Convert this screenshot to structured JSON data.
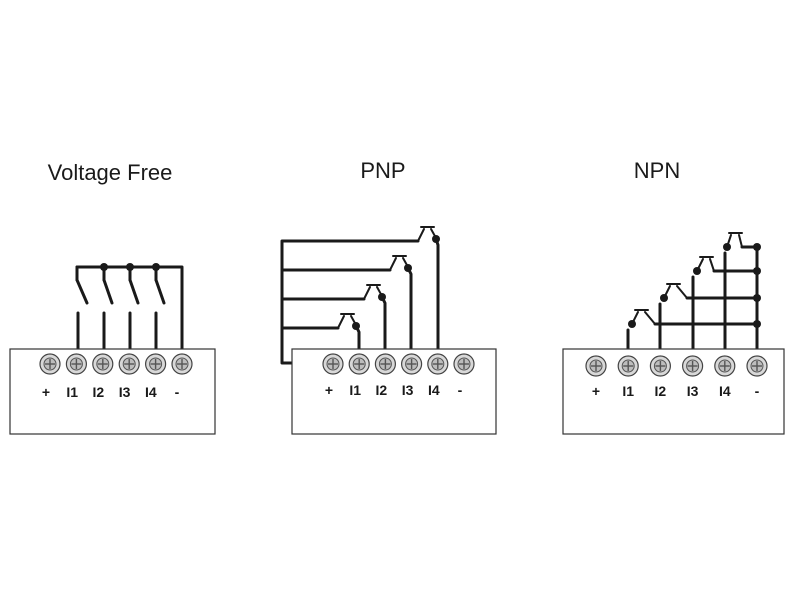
{
  "panels": [
    {
      "id": "voltage-free",
      "title": "Voltage Free"
    },
    {
      "id": "pnp",
      "title": "PNP"
    },
    {
      "id": "npn",
      "title": "NPN"
    }
  ],
  "terminal_labels": [
    "+",
    "I1",
    "I2",
    "I3",
    "I4",
    "-"
  ],
  "colors": {
    "wire": "#1a1a1a",
    "box_border": "#333333",
    "screw": "#d8d8d8"
  },
  "icons": {
    "terminal": "screw-terminal-icon",
    "transistor": "transistor-icon",
    "switch": "switch-icon"
  }
}
